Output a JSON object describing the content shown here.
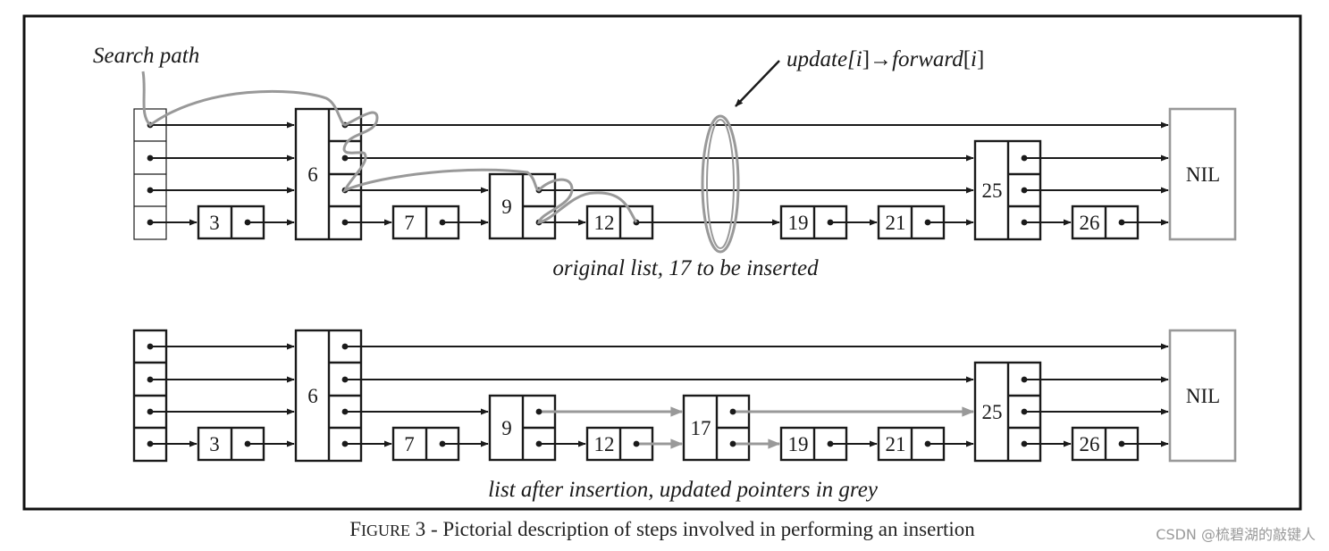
{
  "top": {
    "search_path_label": "Search path",
    "update_label": {
      "pre": "update[",
      "i1": "i",
      "mid": "]→",
      "fwd": "forward",
      "open": "[",
      "i2": "i",
      "close": "]"
    },
    "caption": "original list, 17 to be inserted",
    "nodes": [
      "3",
      "6",
      "7",
      "9",
      "12",
      "19",
      "21",
      "25",
      "26"
    ],
    "nil_label": "NIL"
  },
  "bottom": {
    "caption": "list after insertion, updated pointers in grey",
    "nodes": [
      "3",
      "6",
      "7",
      "9",
      "12",
      "17",
      "19",
      "21",
      "25",
      "26"
    ],
    "nil_label": "NIL"
  },
  "figure_caption": {
    "first": "F",
    "smallcaps": "IGURE",
    "rest": " 3 - Pictorial description of steps involved in performing an insertion"
  },
  "watermark": "CSDN @梳碧湖的敲键人",
  "colors": {
    "ink": "#1a1a1a",
    "grey": "#999999",
    "frame": "#111111"
  }
}
